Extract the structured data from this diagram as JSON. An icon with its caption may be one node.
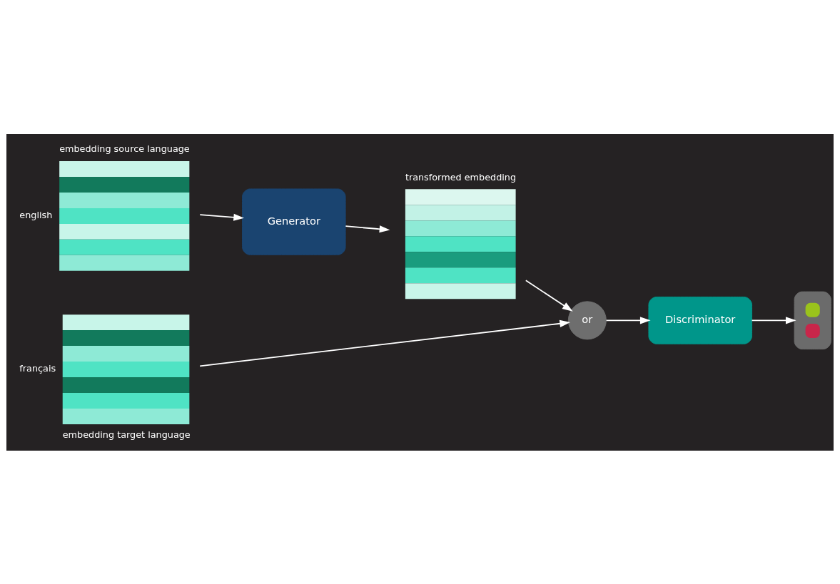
{
  "diagram": {
    "nodes": [
      {
        "text": [
          "embedding source language"
        ],
        "beside": [
          "english"
        ]
      },
      {
        "text": [
          "Generator"
        ]
      },
      {
        "text": [
          "transformed embedding"
        ]
      },
      {
        "text": [
          "embedding target language"
        ],
        "beside": [
          "français"
        ]
      },
      {
        "text": [
          "or"
        ]
      },
      {
        "text": [
          "Discriminator"
        ]
      },
      {
        "text": [],
        "shape": "box"
      }
    ],
    "edges": [
      {
        "from": 0,
        "to": 1,
        "arrow": "to"
      },
      {
        "from": 1,
        "to": 2,
        "arrow": "to"
      },
      {
        "from": 2,
        "to": 4,
        "arrow": "to"
      },
      {
        "from": 3,
        "to": 4,
        "arrow": "to"
      },
      {
        "from": 4,
        "to": 5,
        "arrow": "to"
      },
      {
        "from": 5,
        "to": 6,
        "arrow": "to"
      }
    ]
  }
}
